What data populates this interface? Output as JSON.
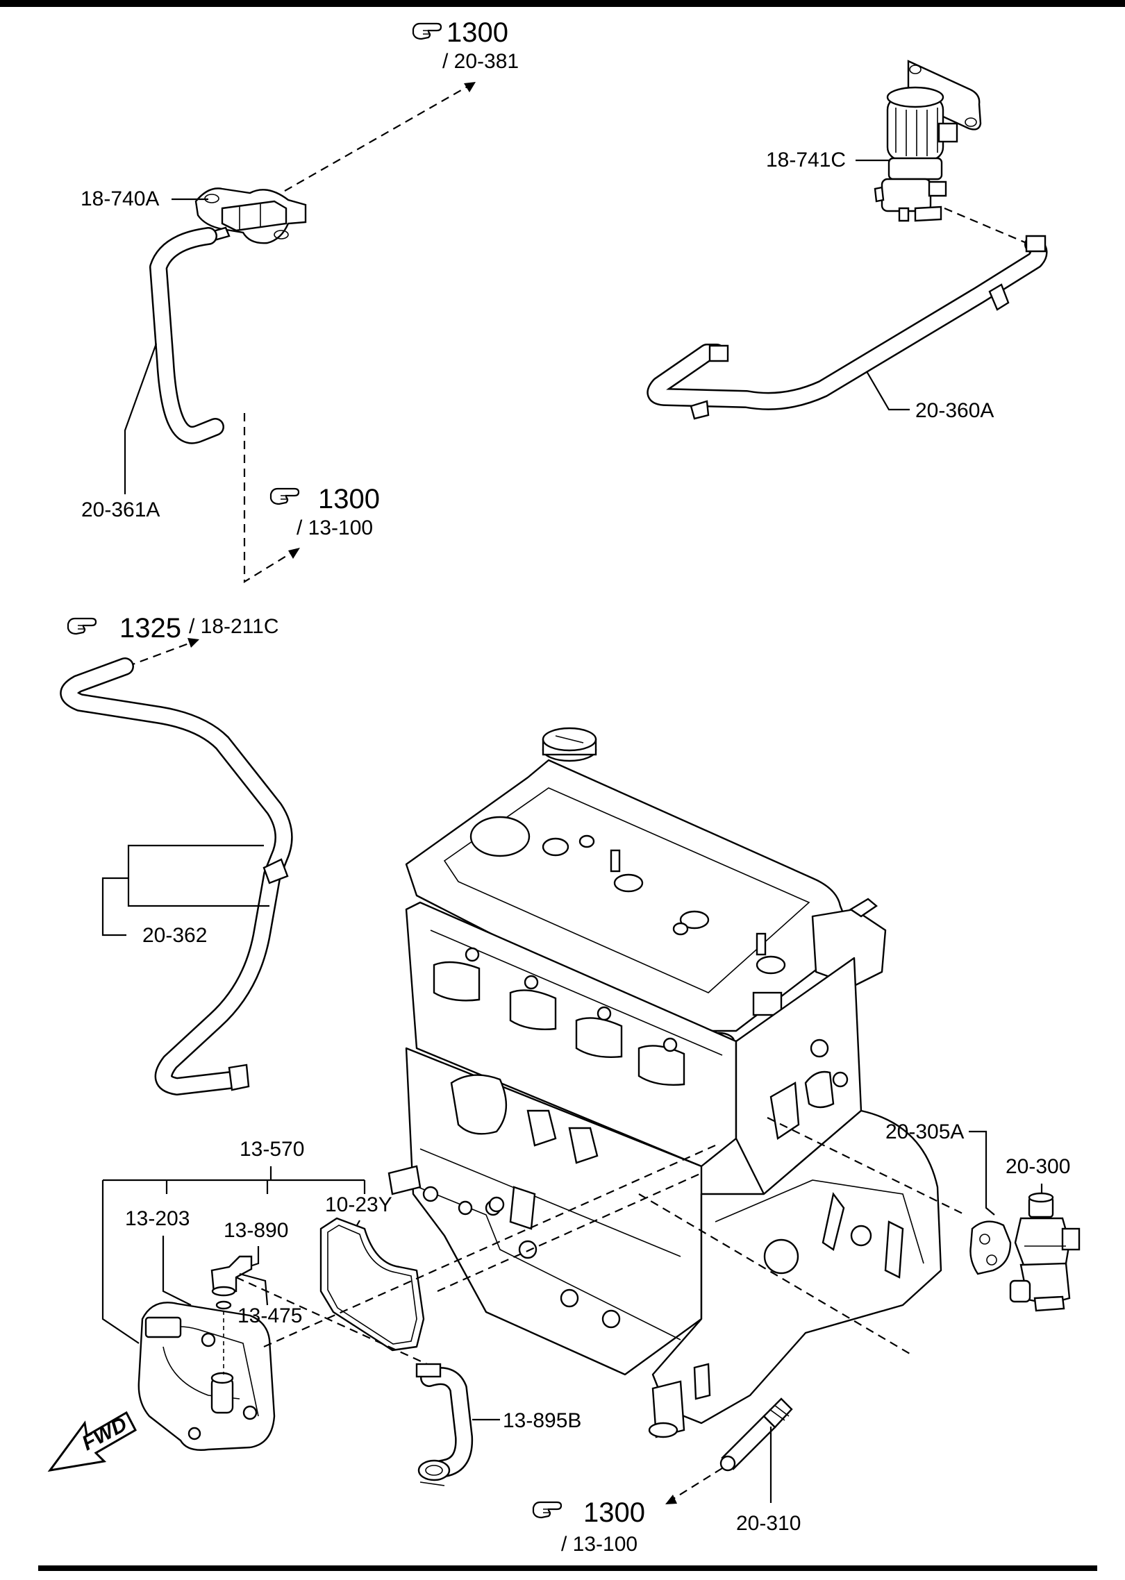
{
  "labels": {
    "p18_740A": "18-740A",
    "p20_361A": "20-361A",
    "p18_741C": "18-741C",
    "p20_360A": "20-360A",
    "p20_362": "20-362",
    "p13_570": "13-570",
    "p13_203": "13-203",
    "p13_890": "13-890",
    "p10_23Y": "10-23Y",
    "p13_475": "13-475",
    "p13_895B": "13-895B",
    "p20_305A": "20-305A",
    "p20_300": "20-300",
    "p20_310": "20-310",
    "fwd": "FWD"
  },
  "refs": {
    "r1_num": "1300",
    "r1_sub": "/ 20-381",
    "r2_num": "1300",
    "r2_sub": "/ 13-100",
    "r3_num": "1325",
    "r3_sub": "/ 18-211C",
    "r4_num": "1300",
    "r4_sub": "/ 13-100"
  },
  "icons": {
    "reference": "pointing-hand-icon",
    "direction": "fwd-arrow-icon"
  },
  "colors": {
    "ink": "#000000",
    "paper": "#ffffff"
  }
}
